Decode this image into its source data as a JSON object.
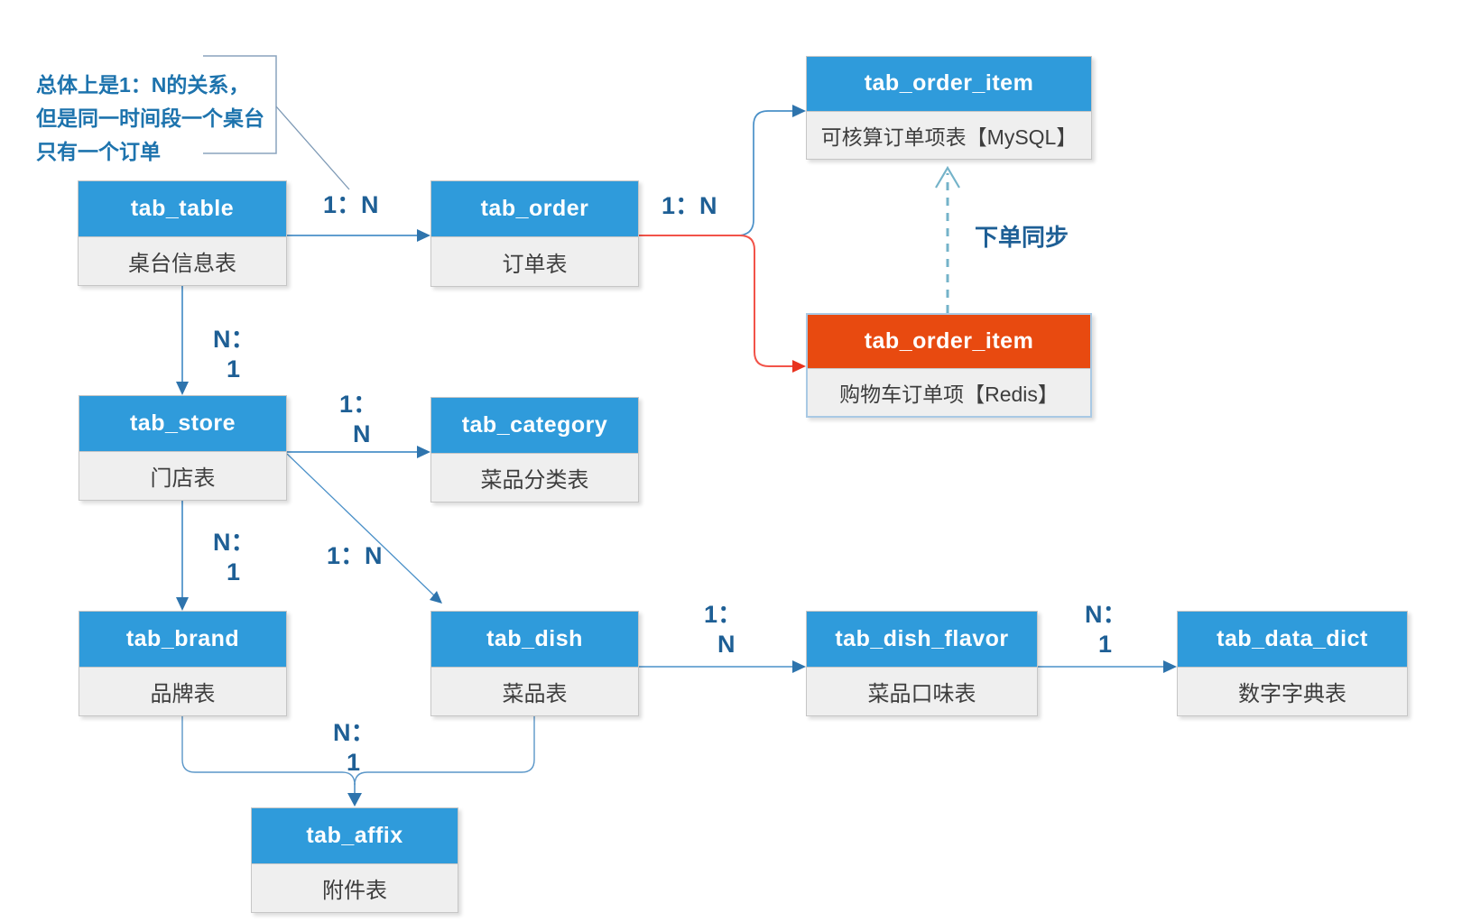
{
  "diagram": {
    "annotation": {
      "line1": "总体上是1：N的关系，",
      "line2": "但是同一时间段一个桌台",
      "line3": "只有一个订单"
    },
    "entities": [
      {
        "name": "tab_table",
        "desc": "桌台信息表"
      },
      {
        "name": "tab_order",
        "desc": "订单表"
      },
      {
        "name": "tab_order_item",
        "desc": "可核算订单项表【MySQL】"
      },
      {
        "name": "tab_order_item",
        "desc": "购物车订单项【Redis】"
      },
      {
        "name": "tab_store",
        "desc": "门店表"
      },
      {
        "name": "tab_category",
        "desc": "菜品分类表"
      },
      {
        "name": "tab_brand",
        "desc": "品牌表"
      },
      {
        "name": "tab_dish",
        "desc": "菜品表"
      },
      {
        "name": "tab_dish_flavor",
        "desc": "菜品口味表"
      },
      {
        "name": "tab_data_dict",
        "desc": "数字字典表"
      },
      {
        "name": "tab_affix",
        "desc": "附件表"
      }
    ],
    "labels": [
      {
        "line1": "1：N"
      },
      {
        "line1": "1：N"
      },
      {
        "line1": "N：",
        "line2": "1"
      },
      {
        "line1": "1：",
        "line2": "N"
      },
      {
        "line1": "N：",
        "line2": "1"
      },
      {
        "line1": "1：N"
      },
      {
        "line1": "1：",
        "line2": "N"
      },
      {
        "line1": "N：",
        "line2": "1"
      },
      {
        "line1": "N：",
        "line2": "1"
      },
      {
        "line1": "下单同步"
      }
    ],
    "colors": {
      "header_blue": "#2f9bdb",
      "header_orange": "#e84a10",
      "body_gray": "#efefef",
      "line_blue": "#4a90c8",
      "arrow_blue": "#2e74ad",
      "line_red": "#f25349",
      "arrow_red": "#e8321e",
      "dashed_teal": "#74b3c9",
      "label_blue": "#1e5f95",
      "annotation_blue": "#1d73ad"
    }
  }
}
